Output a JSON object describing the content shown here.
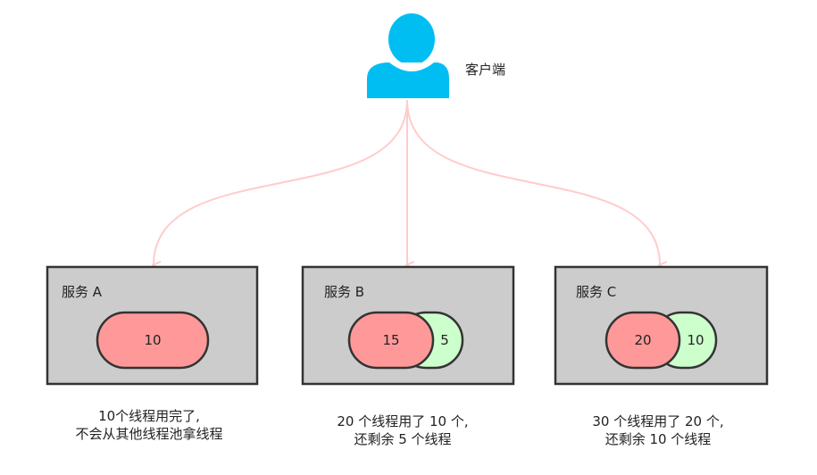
{
  "client": {
    "label": "客户端"
  },
  "services": [
    {
      "title": "服务 A",
      "used": "10",
      "remaining": "",
      "caption": [
        "10个线程用完了,",
        "不会从其他线程池拿线程"
      ]
    },
    {
      "title": "服务 B",
      "used": "15",
      "remaining": "5",
      "caption": [
        "20 个线程用了 10 个,",
        "还剩余 5 个线程"
      ]
    },
    {
      "title": "服务 C",
      "used": "20",
      "remaining": "10",
      "caption": [
        "30 个线程用了 20 个,",
        "还剩余 10 个线程"
      ]
    }
  ],
  "colors": {
    "user_icon": "#00bef2",
    "arrow": "#ffcccc",
    "box_fill": "#cccccc",
    "box_stroke": "#333333",
    "used_fill": "#ff9999",
    "remaining_fill": "#ccffcc"
  }
}
